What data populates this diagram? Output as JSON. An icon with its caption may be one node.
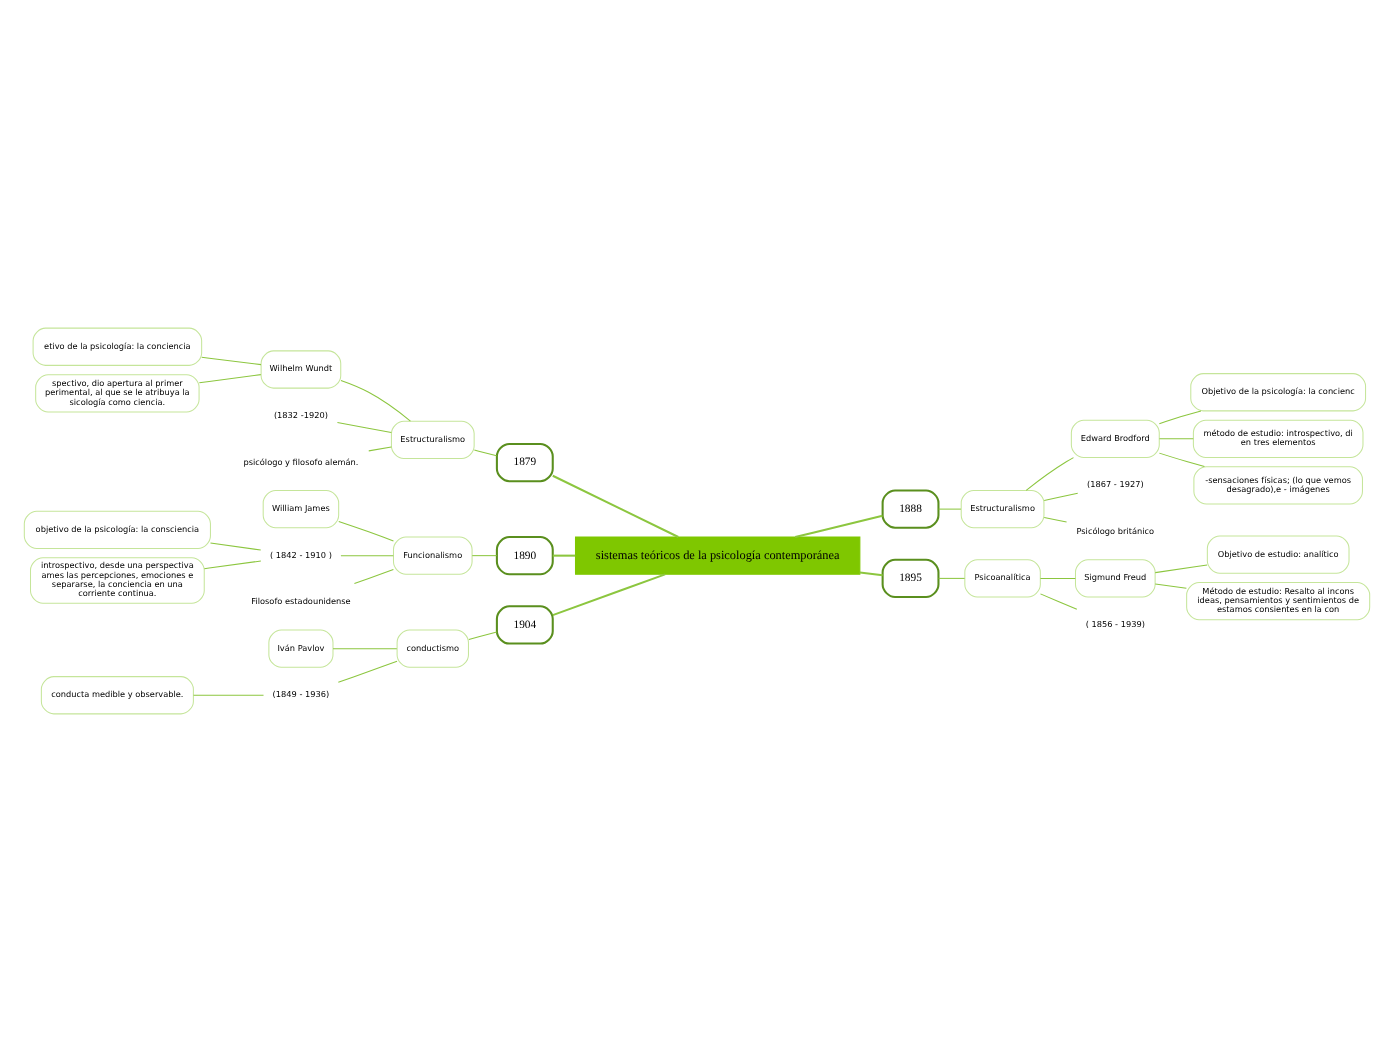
{
  "diagram": {
    "nodes": [
      {
        "text": [
          "sistemas teóricos de la psicología contemporánea"
        ]
      },
      {
        "text": [
          "1879"
        ]
      },
      {
        "text": [
          "Estructuralismo"
        ]
      },
      {
        "text": [
          "Wilhelm Wundt"
        ]
      },
      {
        "text": [
          "etivo de la psicología: la conciencia"
        ]
      },
      {
        "text": [
          "spectivo, dio apertura al primer perimental, al que se le atribuya la sicología como ciencia."
        ]
      },
      {
        "text": [
          "(1832 -1920)"
        ]
      },
      {
        "text": [
          "psicólogo y filosofo alemán."
        ]
      },
      {
        "text": [
          "1888"
        ]
      },
      {
        "text": [
          "Estructuralismo"
        ]
      },
      {
        "text": [
          "Edward Brodford"
        ]
      },
      {
        "text": [
          "Objetivo de la psicología: la concienc"
        ]
      },
      {
        "text": [
          "método de estudio: introspectivo, di en tres elementos"
        ]
      },
      {
        "text": [
          "-sensaciones físicas; (lo que vemos desagrado),e - imágenes"
        ]
      },
      {
        "text": [
          "(1867 - 1927)"
        ]
      },
      {
        "text": [
          "Psicólogo británico"
        ]
      },
      {
        "text": [
          "1890"
        ]
      },
      {
        "text": [
          "Funcionalismo"
        ]
      },
      {
        "text": [
          "William James"
        ]
      },
      {
        "text": [
          "objetivo de la psicología: la consciencia"
        ]
      },
      {
        "text": [
          "introspectivo, desde una perspectiva ames las percepciones, emociones e separarse, la conciencia en una corriente continua."
        ]
      },
      {
        "text": [
          "( 1842 - 1910 )"
        ]
      },
      {
        "text": [
          "Filosofo estadounidense"
        ]
      },
      {
        "text": [
          "1895"
        ]
      },
      {
        "text": [
          "Psicoanalítica"
        ]
      },
      {
        "text": [
          "Sigmund Freud"
        ]
      },
      {
        "text": [
          "Objetivo de estudio: analítico"
        ]
      },
      {
        "text": [
          "Método de estudio: Resalto al incons ideas, pensamientos y sentimientos de estamos consientes en la con"
        ]
      },
      {
        "text": [
          "( 1856 - 1939)"
        ]
      },
      {
        "text": [
          "1904"
        ]
      },
      {
        "text": [
          "conductismo"
        ]
      },
      {
        "text": [
          "Iván Pavlov"
        ]
      },
      {
        "text": [
          "conducta medible y observable."
        ]
      },
      {
        "text": [
          "(1849 - 1936)"
        ]
      }
    ],
    "edges": [
      {
        "from": 0,
        "to": 1,
        "arrow": "none"
      },
      {
        "from": 0,
        "to": 8,
        "arrow": "none"
      },
      {
        "from": 0,
        "to": 16,
        "arrow": "none"
      },
      {
        "from": 0,
        "to": 23,
        "arrow": "none"
      },
      {
        "from": 0,
        "to": 29,
        "arrow": "none"
      },
      {
        "from": 1,
        "to": 2,
        "arrow": "none"
      },
      {
        "from": 2,
        "to": 3,
        "arrow": "none"
      },
      {
        "from": 2,
        "to": 6,
        "arrow": "none"
      },
      {
        "from": 2,
        "to": 7,
        "arrow": "none"
      },
      {
        "from": 3,
        "to": 4,
        "arrow": "none"
      },
      {
        "from": 3,
        "to": 5,
        "arrow": "none"
      },
      {
        "from": 8,
        "to": 9,
        "arrow": "none"
      },
      {
        "from": 9,
        "to": 10,
        "arrow": "none"
      },
      {
        "from": 9,
        "to": 14,
        "arrow": "none"
      },
      {
        "from": 9,
        "to": 15,
        "arrow": "none"
      },
      {
        "from": 10,
        "to": 11,
        "arrow": "none"
      },
      {
        "from": 10,
        "to": 12,
        "arrow": "none"
      },
      {
        "from": 10,
        "to": 13,
        "arrow": "none"
      },
      {
        "from": 16,
        "to": 17,
        "arrow": "none"
      },
      {
        "from": 17,
        "to": 18,
        "arrow": "none"
      },
      {
        "from": 17,
        "to": 21,
        "arrow": "none"
      },
      {
        "from": 17,
        "to": 22,
        "arrow": "none"
      },
      {
        "from": 21,
        "to": 19,
        "arrow": "none"
      },
      {
        "from": 21,
        "to": 20,
        "arrow": "none"
      },
      {
        "from": 23,
        "to": 24,
        "arrow": "none"
      },
      {
        "from": 24,
        "to": 25,
        "arrow": "none"
      },
      {
        "from": 24,
        "to": 28,
        "arrow": "none"
      },
      {
        "from": 25,
        "to": 26,
        "arrow": "none"
      },
      {
        "from": 25,
        "to": 27,
        "arrow": "none"
      },
      {
        "from": 29,
        "to": 30,
        "arrow": "none"
      },
      {
        "from": 30,
        "to": 31,
        "arrow": "none"
      },
      {
        "from": 30,
        "to": 33,
        "arrow": "none"
      },
      {
        "from": 33,
        "to": 32,
        "arrow": "none"
      }
    ]
  }
}
